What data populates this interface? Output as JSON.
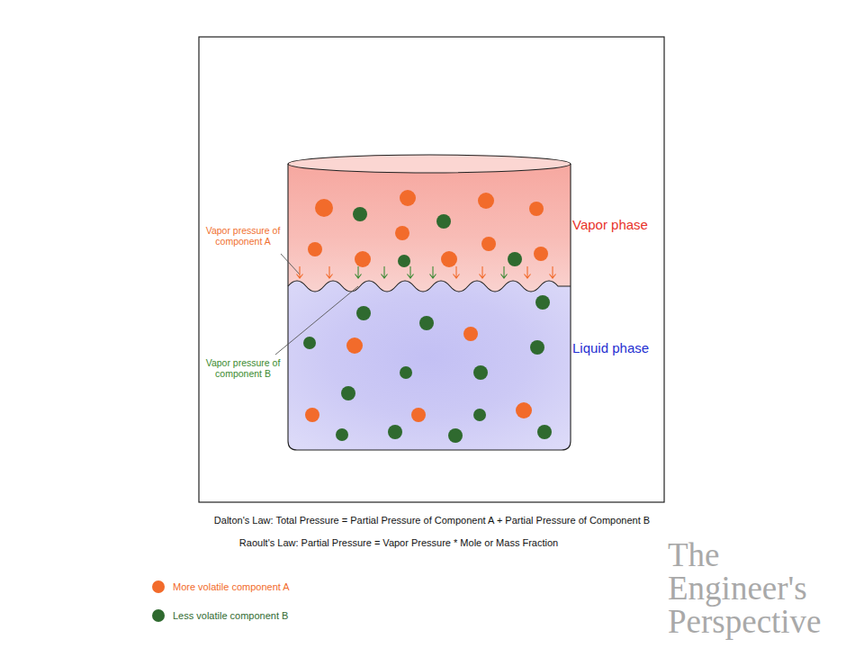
{
  "diagram": {
    "labels": [
      "Vapor phase",
      "Vapor pressure of component A",
      "Liquid phase",
      "Vapor pressure of component B",
      "Dalton's Law: Total Pressure = Partial Pressure of Component A + Partial Pressure of Component B",
      "Raoult's Law: Partial Pressure = Vapor Pressure * Mole or Mass Fraction",
      "The Engineer's Perspective"
    ],
    "legend": [
      {
        "text": "More volatile component A",
        "color": "#f26b2b"
      },
      {
        "text": "Less volatile component B",
        "color": "#2f6a2f"
      }
    ]
  }
}
